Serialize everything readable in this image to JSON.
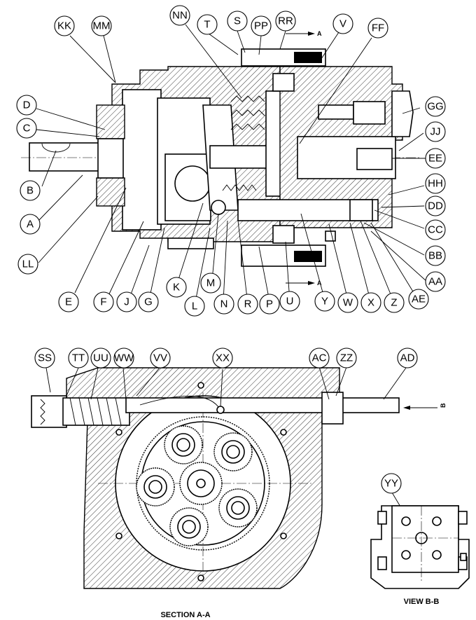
{
  "callouts_top": [
    {
      "id": "kk",
      "label": "KK"
    },
    {
      "id": "mm",
      "label": "MM"
    },
    {
      "id": "nn",
      "label": "NN"
    },
    {
      "id": "t",
      "label": "T"
    },
    {
      "id": "s",
      "label": "S"
    },
    {
      "id": "pp",
      "label": "PP"
    },
    {
      "id": "rr",
      "label": "RR"
    },
    {
      "id": "v",
      "label": "V"
    },
    {
      "id": "ff",
      "label": "FF"
    },
    {
      "id": "d",
      "label": "D"
    },
    {
      "id": "c",
      "label": "C"
    },
    {
      "id": "gg",
      "label": "GG"
    },
    {
      "id": "jj",
      "label": "JJ"
    },
    {
      "id": "ee",
      "label": "EE"
    },
    {
      "id": "b",
      "label": "B"
    },
    {
      "id": "hh",
      "label": "HH"
    },
    {
      "id": "dd",
      "label": "DD"
    },
    {
      "id": "a",
      "label": "A"
    },
    {
      "id": "cc",
      "label": "CC"
    },
    {
      "id": "ll",
      "label": "LL"
    },
    {
      "id": "bb",
      "label": "BB"
    },
    {
      "id": "aa",
      "label": "AA"
    },
    {
      "id": "e",
      "label": "E"
    },
    {
      "id": "f",
      "label": "F"
    },
    {
      "id": "j",
      "label": "J"
    },
    {
      "id": "g",
      "label": "G"
    },
    {
      "id": "k",
      "label": "K"
    },
    {
      "id": "l",
      "label": "L"
    },
    {
      "id": "m",
      "label": "M"
    },
    {
      "id": "n",
      "label": "N"
    },
    {
      "id": "r",
      "label": "R"
    },
    {
      "id": "p",
      "label": "P"
    },
    {
      "id": "u",
      "label": "U"
    },
    {
      "id": "y",
      "label": "Y"
    },
    {
      "id": "w",
      "label": "W"
    },
    {
      "id": "x",
      "label": "X"
    },
    {
      "id": "z",
      "label": "Z"
    },
    {
      "id": "ae",
      "label": "AE"
    }
  ],
  "callouts_bottom": [
    {
      "id": "ss",
      "label": "SS"
    },
    {
      "id": "tt",
      "label": "TT"
    },
    {
      "id": "uu",
      "label": "UU"
    },
    {
      "id": "ww",
      "label": "WW"
    },
    {
      "id": "vv",
      "label": "VV"
    },
    {
      "id": "xx",
      "label": "XX"
    },
    {
      "id": "ac",
      "label": "AC"
    },
    {
      "id": "zz",
      "label": "ZZ"
    },
    {
      "id": "ad",
      "label": "AD"
    },
    {
      "id": "yy",
      "label": "YY"
    }
  ],
  "section_arrow_top": "A",
  "section_arrow_bottom": "A",
  "view_arrow": "B",
  "captions": {
    "section_aa": "SECTION A-A",
    "view_bb": "VIEW B-B"
  }
}
